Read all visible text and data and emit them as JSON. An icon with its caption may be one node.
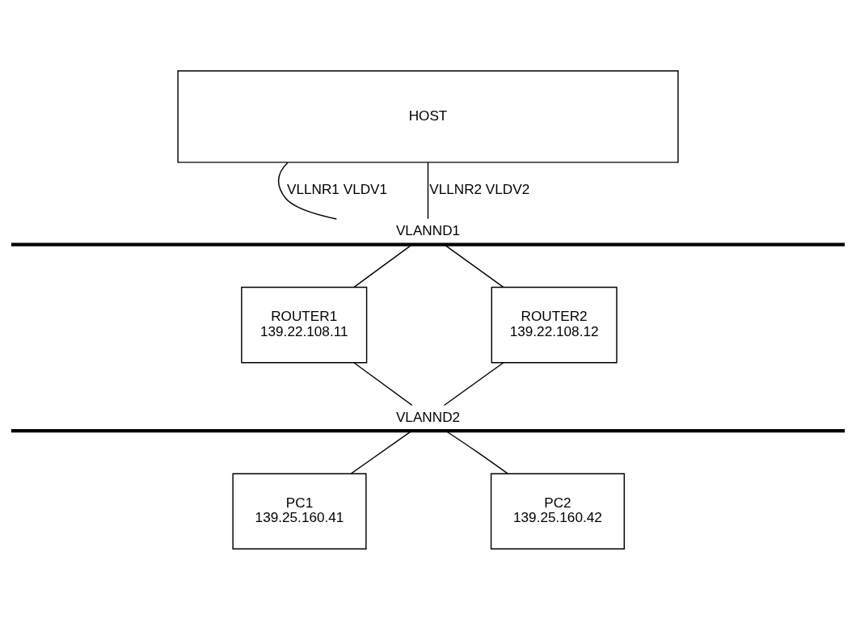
{
  "diagram": {
    "nodes": [
      {
        "text": [
          "HOST"
        ]
      },
      {
        "text": [
          "VLANND1"
        ]
      },
      {
        "text": [
          "ROUTER1",
          "139.22.108.11"
        ]
      },
      {
        "text": [
          "ROUTER2",
          "139.22.108.12"
        ]
      },
      {
        "text": [
          "VLANND2"
        ]
      },
      {
        "text": [
          "PC1",
          "139.25.160.41"
        ]
      },
      {
        "text": [
          "PC2",
          "139.25.160.42"
        ]
      }
    ],
    "edges": [
      {
        "from": 0,
        "to": 1,
        "arrow": "none",
        "label": "VLLNR1 VLDV1"
      },
      {
        "from": 0,
        "to": 1,
        "arrow": "none",
        "label": "VLLNR2 VLDV2"
      },
      {
        "from": 1,
        "to": 2,
        "arrow": "none"
      },
      {
        "from": 1,
        "to": 3,
        "arrow": "none"
      },
      {
        "from": 2,
        "to": 4,
        "arrow": "none"
      },
      {
        "from": 3,
        "to": 4,
        "arrow": "none"
      },
      {
        "from": 4,
        "to": 5,
        "arrow": "none"
      },
      {
        "from": 4,
        "to": 6,
        "arrow": "none"
      }
    ]
  }
}
